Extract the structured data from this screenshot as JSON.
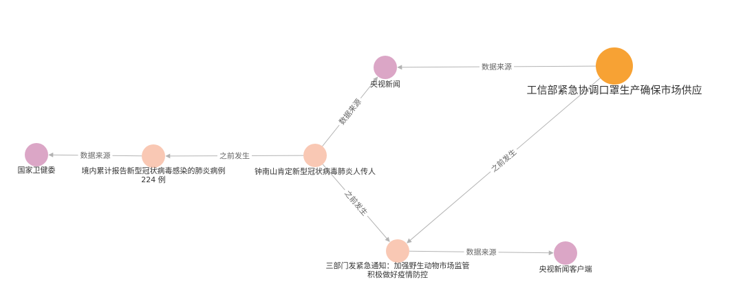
{
  "graph": {
    "nodes": [
      {
        "id": "n1",
        "label": "工信部紧急协调口罩生产确保市场供应",
        "color": "#f7a234"
      },
      {
        "id": "n2",
        "label": "央视新闻",
        "color": "#dba6c6"
      },
      {
        "id": "n3",
        "label": "钟南山肯定新型冠状病毒肺炎人传人",
        "color": "#f9c8b4"
      },
      {
        "id": "n4",
        "label": "境内累计报告新型冠状病毒感染的肺炎病例",
        "label2": "224 例",
        "color": "#f9c8b4"
      },
      {
        "id": "n5",
        "label": "国家卫健委",
        "color": "#dba6c6"
      },
      {
        "id": "n6",
        "label": "三部门发紧急通知：加强野生动物市场监管",
        "label2": "积极做好疫情防控",
        "color": "#f9c8b4"
      },
      {
        "id": "n7",
        "label": "央视新闻客户端",
        "color": "#dba6c6"
      }
    ],
    "edges": [
      {
        "source": "n1",
        "target": "n2",
        "label": "数据来源"
      },
      {
        "source": "n1",
        "target": "n6",
        "label": "之前发生"
      },
      {
        "source": "n3",
        "target": "n2",
        "label": "数据来源"
      },
      {
        "source": "n3",
        "target": "n4",
        "label": "之前发生"
      },
      {
        "source": "n3",
        "target": "n6",
        "label": "之前发生"
      },
      {
        "source": "n4",
        "target": "n5",
        "label": "数据来源"
      },
      {
        "source": "n6",
        "target": "n7",
        "label": "数据来源"
      }
    ]
  }
}
